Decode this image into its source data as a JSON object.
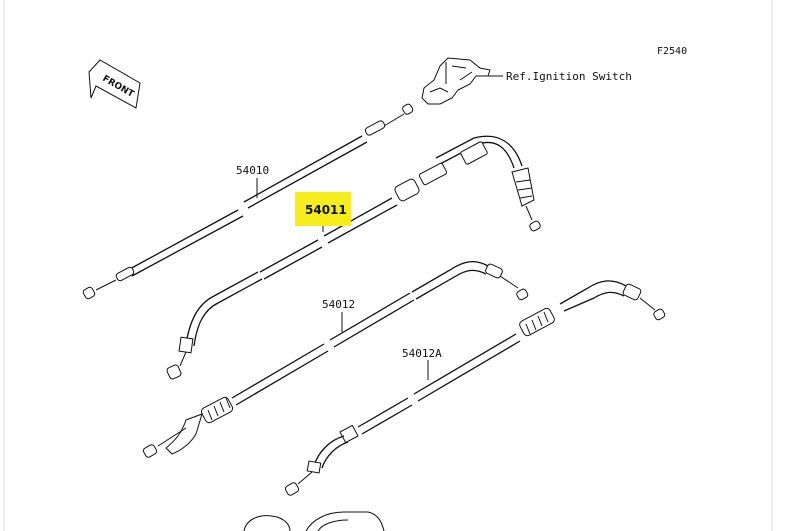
{
  "diagram_code": "F2540",
  "front_label": "FRONT",
  "ref_note": "Ref.Ignition Switch",
  "parts": {
    "p54010": "54010",
    "p54011": "54011",
    "p54012": "54012",
    "p54012A": "54012A"
  },
  "highlight_color": "#f6ee1c",
  "border_color": "#d8d8d8"
}
